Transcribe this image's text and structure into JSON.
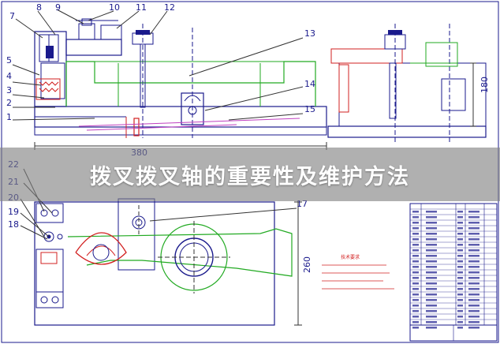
{
  "banner": {
    "title": "拨叉拨叉轴的重要性及维护方法"
  },
  "part_numbers_top": [
    "1",
    "2",
    "3",
    "4",
    "5",
    "7",
    "8",
    "9",
    "10",
    "11",
    "12",
    "13",
    "14",
    "15"
  ],
  "part_numbers_bottom": [
    "22",
    "21",
    "20",
    "19",
    "18",
    "17"
  ],
  "dimensions": {
    "width_top": "380",
    "height_right": "180",
    "height_bottom": "260"
  },
  "notes": {
    "title": "技术要求"
  },
  "colors": {
    "outline": "#1a1a8c",
    "green": "#22aa22",
    "red": "#d22020",
    "magenta": "#c040c0",
    "dark": "#222222",
    "banner": "#808080"
  }
}
